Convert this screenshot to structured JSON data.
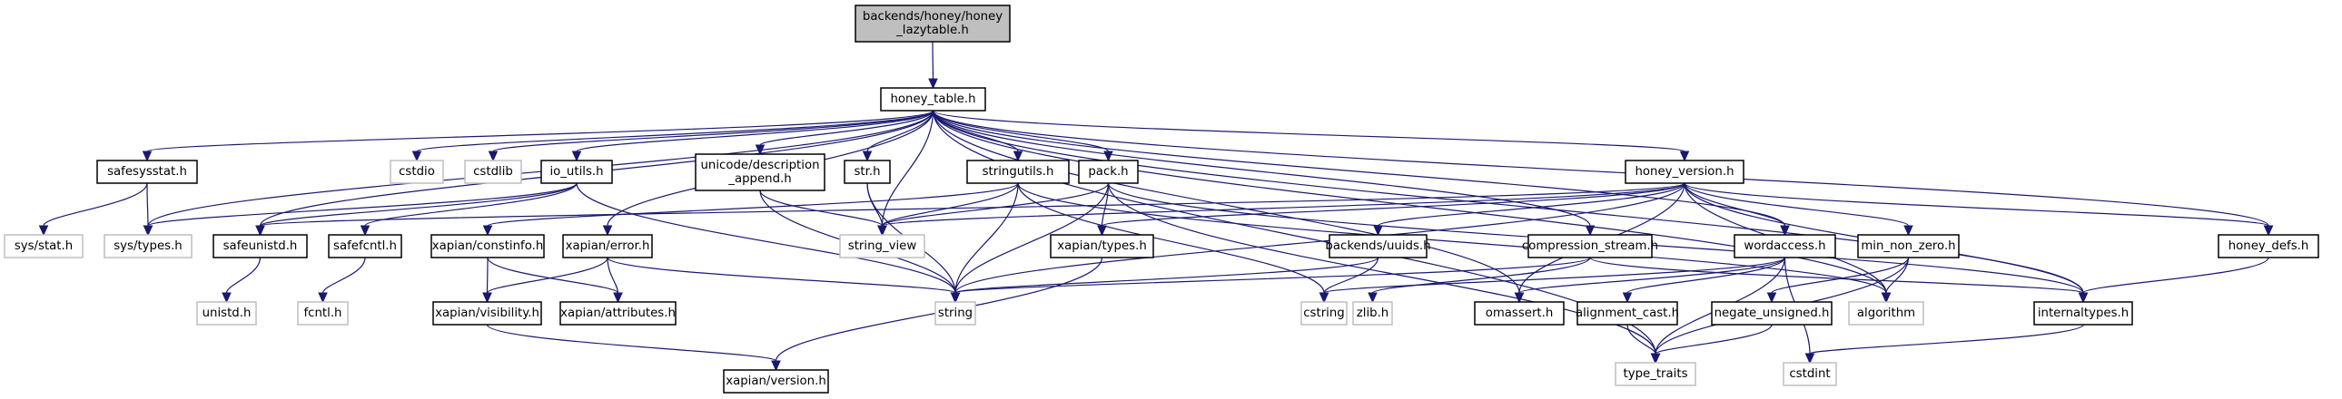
{
  "diagram": {
    "title": "Include dependency graph for backends/honey/honey_lazytable.h",
    "colors": {
      "edge": "#191970",
      "root_fill": "#bfbfbf",
      "local_border": "#000000",
      "system_border": "#bfbfbf"
    },
    "nodes": [
      {
        "id": "root",
        "label": [
          "backends/honey/honey",
          "_lazytable.h"
        ],
        "kind": "root"
      },
      {
        "id": "honey_table",
        "label": [
          "honey_table.h"
        ],
        "kind": "local"
      },
      {
        "id": "safesysstat",
        "label": [
          "safesysstat.h"
        ],
        "kind": "local"
      },
      {
        "id": "cstdio",
        "label": [
          "cstdio"
        ],
        "kind": "system"
      },
      {
        "id": "cstdlib",
        "label": [
          "cstdlib"
        ],
        "kind": "system"
      },
      {
        "id": "io_utils",
        "label": [
          "io_utils.h"
        ],
        "kind": "local"
      },
      {
        "id": "unicode_desc",
        "label": [
          "unicode/description",
          "_append.h"
        ],
        "kind": "local"
      },
      {
        "id": "str",
        "label": [
          "str.h"
        ],
        "kind": "local"
      },
      {
        "id": "stringutils",
        "label": [
          "stringutils.h"
        ],
        "kind": "local"
      },
      {
        "id": "pack",
        "label": [
          "pack.h"
        ],
        "kind": "local"
      },
      {
        "id": "honey_version",
        "label": [
          "honey_version.h"
        ],
        "kind": "local"
      },
      {
        "id": "sys_stat",
        "label": [
          "sys/stat.h"
        ],
        "kind": "system"
      },
      {
        "id": "sys_types",
        "label": [
          "sys/types.h"
        ],
        "kind": "system"
      },
      {
        "id": "safeunistd",
        "label": [
          "safeunistd.h"
        ],
        "kind": "local"
      },
      {
        "id": "safefcntl",
        "label": [
          "safefcntl.h"
        ],
        "kind": "local"
      },
      {
        "id": "constinfo",
        "label": [
          "xapian/constinfo.h"
        ],
        "kind": "local"
      },
      {
        "id": "error",
        "label": [
          "xapian/error.h"
        ],
        "kind": "local"
      },
      {
        "id": "string_view",
        "label": [
          "string_view"
        ],
        "kind": "system"
      },
      {
        "id": "xtypes",
        "label": [
          "xapian/types.h"
        ],
        "kind": "local"
      },
      {
        "id": "uuids",
        "label": [
          "backends/uuids.h"
        ],
        "kind": "local"
      },
      {
        "id": "compression",
        "label": [
          "compression_stream.h"
        ],
        "kind": "local"
      },
      {
        "id": "wordaccess",
        "label": [
          "wordaccess.h"
        ],
        "kind": "local"
      },
      {
        "id": "min_non_zero",
        "label": [
          "min_non_zero.h"
        ],
        "kind": "local"
      },
      {
        "id": "honey_defs",
        "label": [
          "honey_defs.h"
        ],
        "kind": "local"
      },
      {
        "id": "unistd",
        "label": [
          "unistd.h"
        ],
        "kind": "system"
      },
      {
        "id": "fcntl",
        "label": [
          "fcntl.h"
        ],
        "kind": "system"
      },
      {
        "id": "visibility",
        "label": [
          "xapian/visibility.h"
        ],
        "kind": "local"
      },
      {
        "id": "attributes",
        "label": [
          "xapian/attributes.h"
        ],
        "kind": "local"
      },
      {
        "id": "string",
        "label": [
          "string"
        ],
        "kind": "system"
      },
      {
        "id": "cstring",
        "label": [
          "cstring"
        ],
        "kind": "system"
      },
      {
        "id": "zlib",
        "label": [
          "zlib.h"
        ],
        "kind": "system"
      },
      {
        "id": "omassert",
        "label": [
          "omassert.h"
        ],
        "kind": "local"
      },
      {
        "id": "alignment_cast",
        "label": [
          "alignment_cast.h"
        ],
        "kind": "local"
      },
      {
        "id": "negate_unsigned",
        "label": [
          "negate_unsigned.h"
        ],
        "kind": "local"
      },
      {
        "id": "algorithm",
        "label": [
          "algorithm"
        ],
        "kind": "system"
      },
      {
        "id": "internaltypes",
        "label": [
          "internaltypes.h"
        ],
        "kind": "local"
      },
      {
        "id": "xversion",
        "label": [
          "xapian/version.h"
        ],
        "kind": "local"
      },
      {
        "id": "type_traits",
        "label": [
          "type_traits"
        ],
        "kind": "system"
      },
      {
        "id": "cstdint",
        "label": [
          "cstdint"
        ],
        "kind": "system"
      }
    ],
    "edges": [
      [
        "root",
        "honey_table"
      ],
      [
        "honey_table",
        "safesysstat"
      ],
      [
        "honey_table",
        "sys_types"
      ],
      [
        "honey_table",
        "safeunistd"
      ],
      [
        "honey_table",
        "cstdio"
      ],
      [
        "honey_table",
        "cstdlib"
      ],
      [
        "honey_table",
        "io_utils"
      ],
      [
        "honey_table",
        "error"
      ],
      [
        "honey_table",
        "unicode_desc"
      ],
      [
        "honey_table",
        "str"
      ],
      [
        "honey_table",
        "string_view"
      ],
      [
        "honey_table",
        "stringutils"
      ],
      [
        "honey_table",
        "pack"
      ],
      [
        "honey_table",
        "compression"
      ],
      [
        "honey_table",
        "omassert"
      ],
      [
        "honey_table",
        "honey_version"
      ],
      [
        "honey_table",
        "wordaccess"
      ],
      [
        "honey_table",
        "algorithm"
      ],
      [
        "honey_table",
        "type_traits"
      ],
      [
        "honey_table",
        "honey_defs"
      ],
      [
        "honey_table",
        "internaltypes"
      ],
      [
        "safesysstat",
        "sys_stat"
      ],
      [
        "safesysstat",
        "sys_types"
      ],
      [
        "io_utils",
        "sys_types"
      ],
      [
        "io_utils",
        "safeunistd"
      ],
      [
        "io_utils",
        "safefcntl"
      ],
      [
        "io_utils",
        "string"
      ],
      [
        "safeunistd",
        "unistd"
      ],
      [
        "safefcntl",
        "fcntl"
      ],
      [
        "unicode_desc",
        "string_view"
      ],
      [
        "unicode_desc",
        "string"
      ],
      [
        "str",
        "string_view"
      ],
      [
        "str",
        "string"
      ],
      [
        "stringutils",
        "constinfo"
      ],
      [
        "stringutils",
        "string_view"
      ],
      [
        "stringutils",
        "string"
      ],
      [
        "stringutils",
        "cstring"
      ],
      [
        "stringutils",
        "algorithm"
      ],
      [
        "pack",
        "string_view"
      ],
      [
        "pack",
        "xtypes"
      ],
      [
        "pack",
        "string"
      ],
      [
        "pack",
        "type_traits"
      ],
      [
        "pack",
        "internaltypes"
      ],
      [
        "honey_version",
        "string_view"
      ],
      [
        "honey_version",
        "xtypes"
      ],
      [
        "honey_version",
        "string"
      ],
      [
        "honey_version",
        "uuids"
      ],
      [
        "honey_version",
        "omassert"
      ],
      [
        "honey_version",
        "min_non_zero"
      ],
      [
        "honey_version",
        "wordaccess"
      ],
      [
        "honey_version",
        "algorithm"
      ],
      [
        "honey_version",
        "honey_defs"
      ],
      [
        "honey_version",
        "internaltypes"
      ],
      [
        "honey_version",
        "safeunistd"
      ],
      [
        "constinfo",
        "visibility"
      ],
      [
        "constinfo",
        "attributes"
      ],
      [
        "error",
        "visibility"
      ],
      [
        "error",
        "attributes"
      ],
      [
        "error",
        "string"
      ],
      [
        "xtypes",
        "xversion"
      ],
      [
        "uuids",
        "string"
      ],
      [
        "uuids",
        "cstring"
      ],
      [
        "compression",
        "string"
      ],
      [
        "compression",
        "zlib"
      ],
      [
        "compression",
        "internaltypes"
      ],
      [
        "wordaccess",
        "cstring"
      ],
      [
        "wordaccess",
        "omassert"
      ],
      [
        "wordaccess",
        "alignment_cast"
      ],
      [
        "wordaccess",
        "type_traits"
      ],
      [
        "wordaccess",
        "cstdint"
      ],
      [
        "min_non_zero",
        "negate_unsigned"
      ],
      [
        "min_non_zero",
        "algorithm"
      ],
      [
        "min_non_zero",
        "type_traits"
      ],
      [
        "alignment_cast",
        "type_traits"
      ],
      [
        "negate_unsigned",
        "type_traits"
      ],
      [
        "honey_defs",
        "internaltypes"
      ],
      [
        "internaltypes",
        "cstdint"
      ],
      [
        "visibility",
        "xversion"
      ]
    ]
  }
}
